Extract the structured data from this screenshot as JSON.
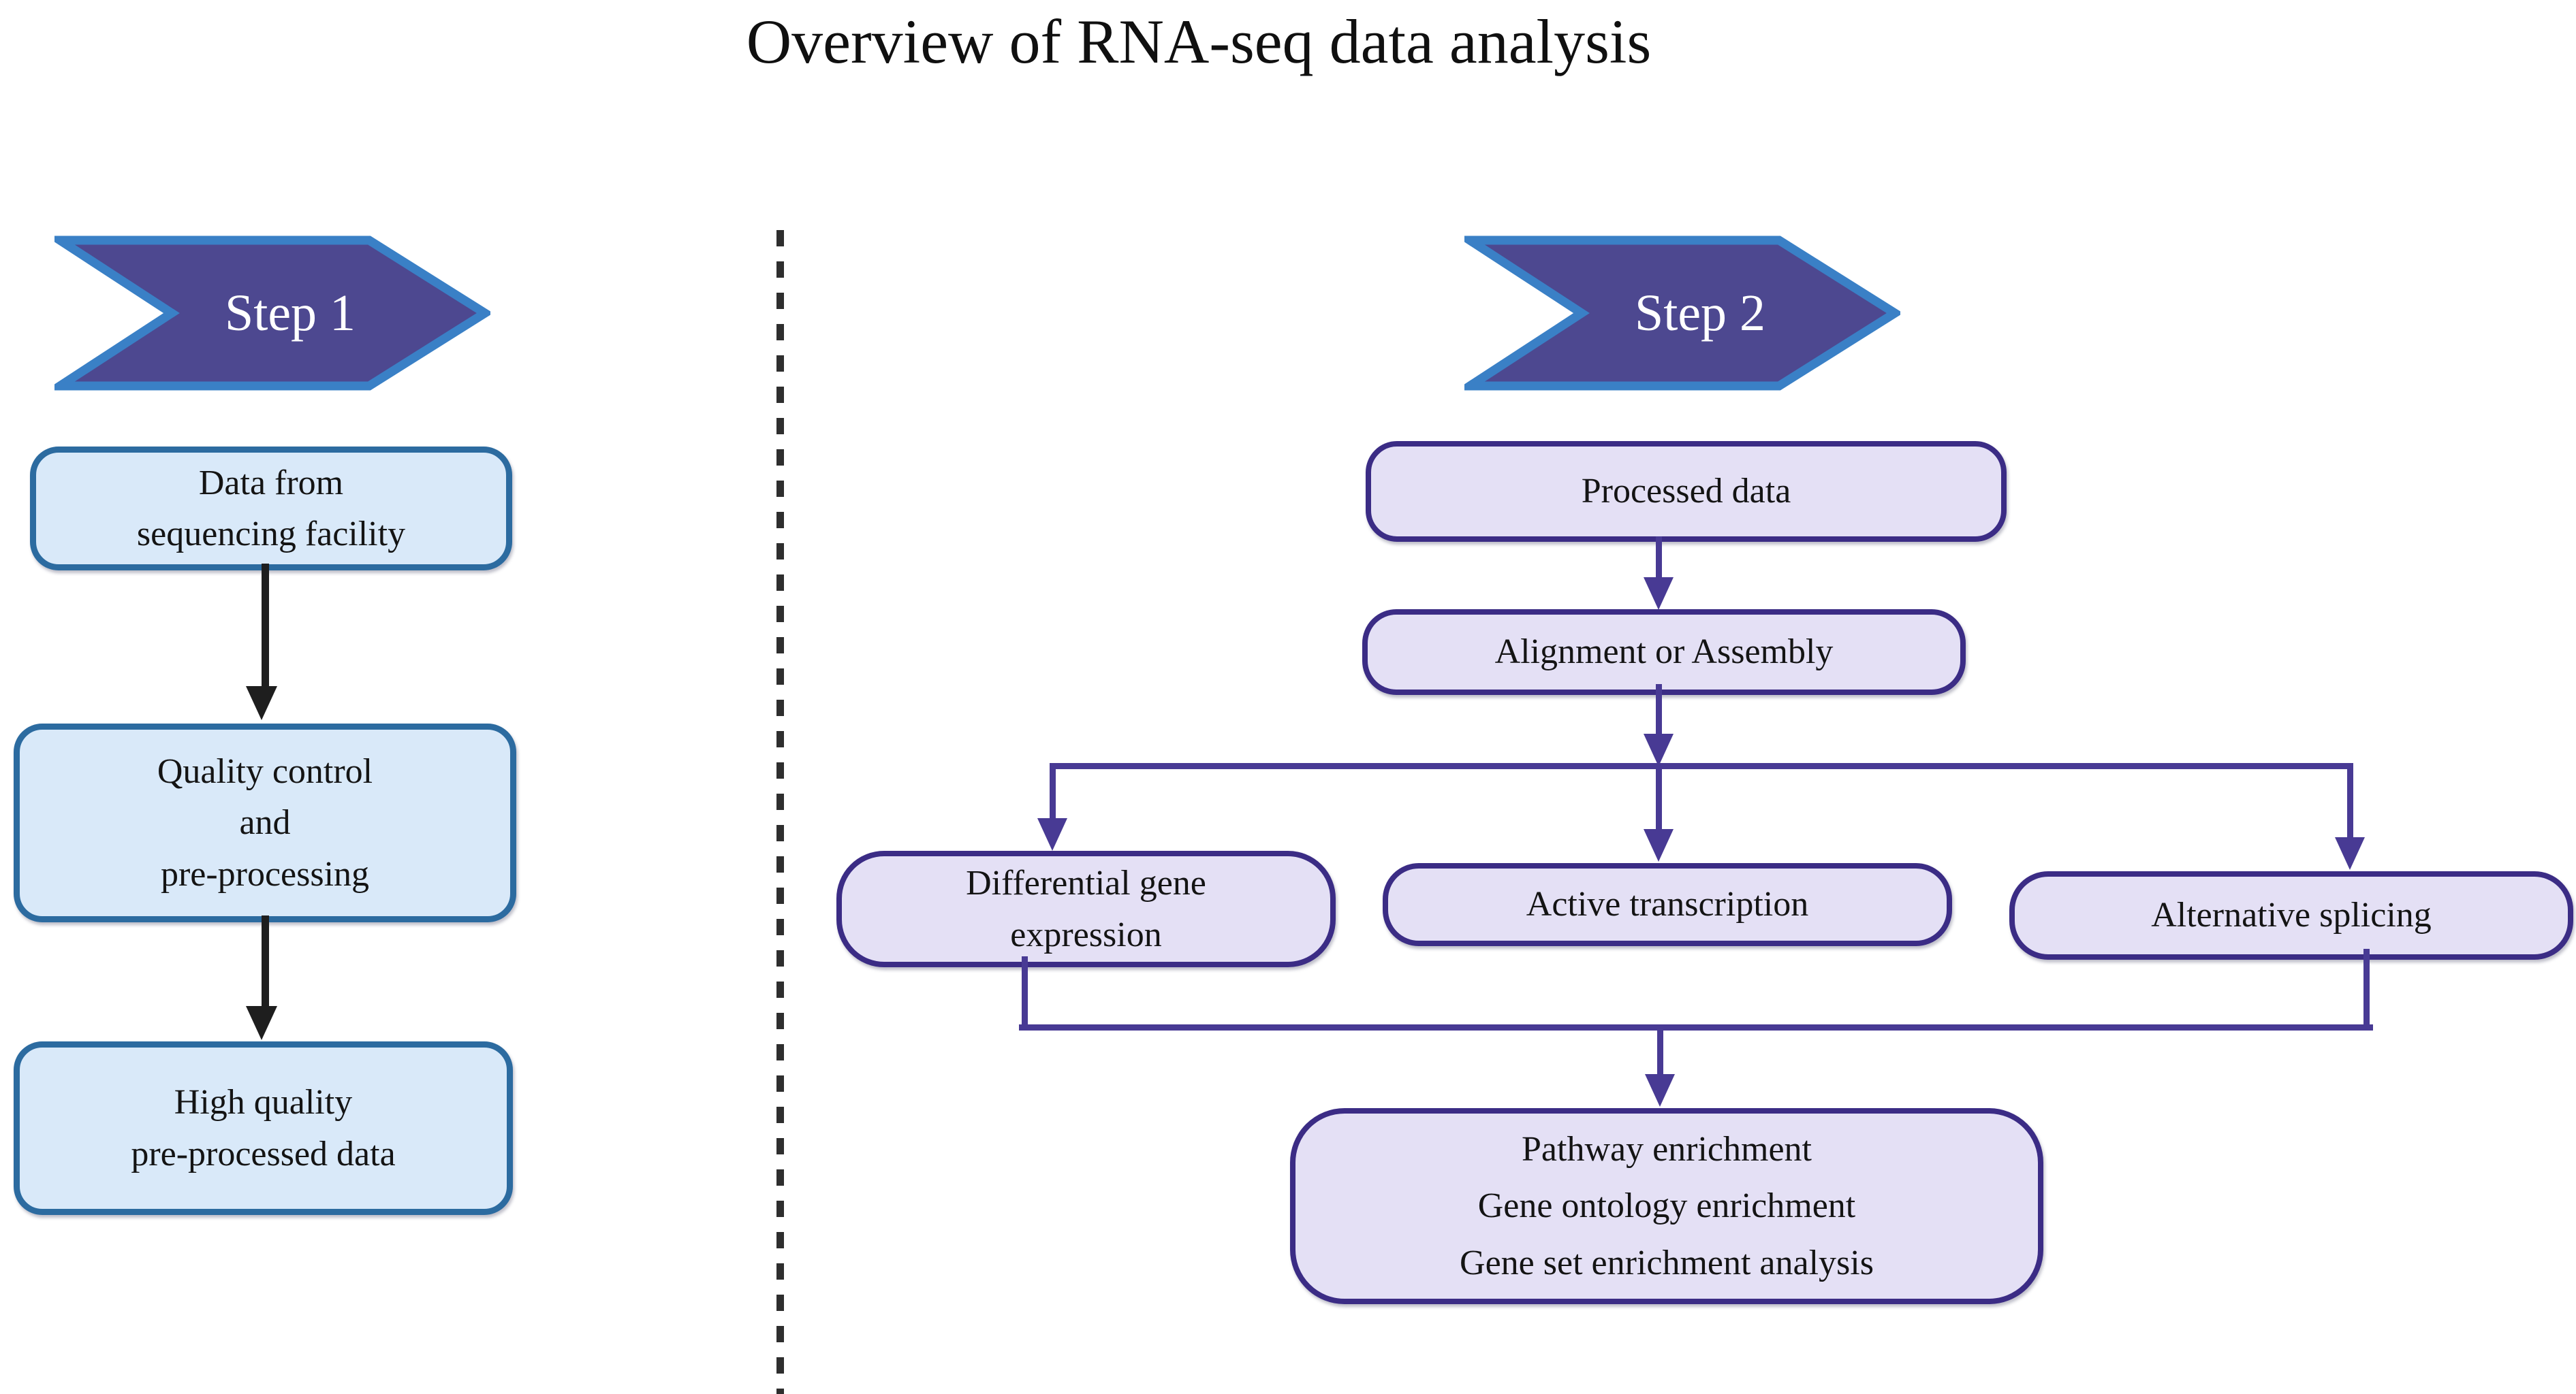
{
  "title": "Overview of RNA-seq data analysis",
  "colors": {
    "step_arrow_fill": "#4d4890",
    "step_arrow_border": "#3a80c6",
    "step1_box_fill": "#d9e9f9",
    "step1_box_border": "#2c6ba0",
    "step2_box_fill": "#e4e0f5",
    "step2_box_border": "#3b2c85",
    "step2_connector": "#483a94",
    "step1_connector": "#1e1e1e",
    "divider": "#2e2e2e"
  },
  "step1": {
    "label": "Step 1",
    "nodes": [
      {
        "lines": [
          "Data from",
          "sequencing facility"
        ]
      },
      {
        "lines": [
          "Quality control",
          "and",
          "pre-processing"
        ]
      },
      {
        "lines": [
          "High quality",
          "pre-processed data"
        ]
      }
    ]
  },
  "step2": {
    "label": "Step 2",
    "processed": {
      "label": "Processed data"
    },
    "alignment": {
      "label": "Alignment or Assembly"
    },
    "branches": [
      {
        "lines": [
          "Differential gene",
          "expression"
        ]
      },
      {
        "lines": [
          "Active transcription"
        ]
      },
      {
        "lines": [
          "Alternative splicing"
        ]
      }
    ],
    "enrichment": {
      "lines": [
        "Pathway enrichment",
        "Gene ontology enrichment",
        "Gene set enrichment analysis"
      ]
    }
  }
}
